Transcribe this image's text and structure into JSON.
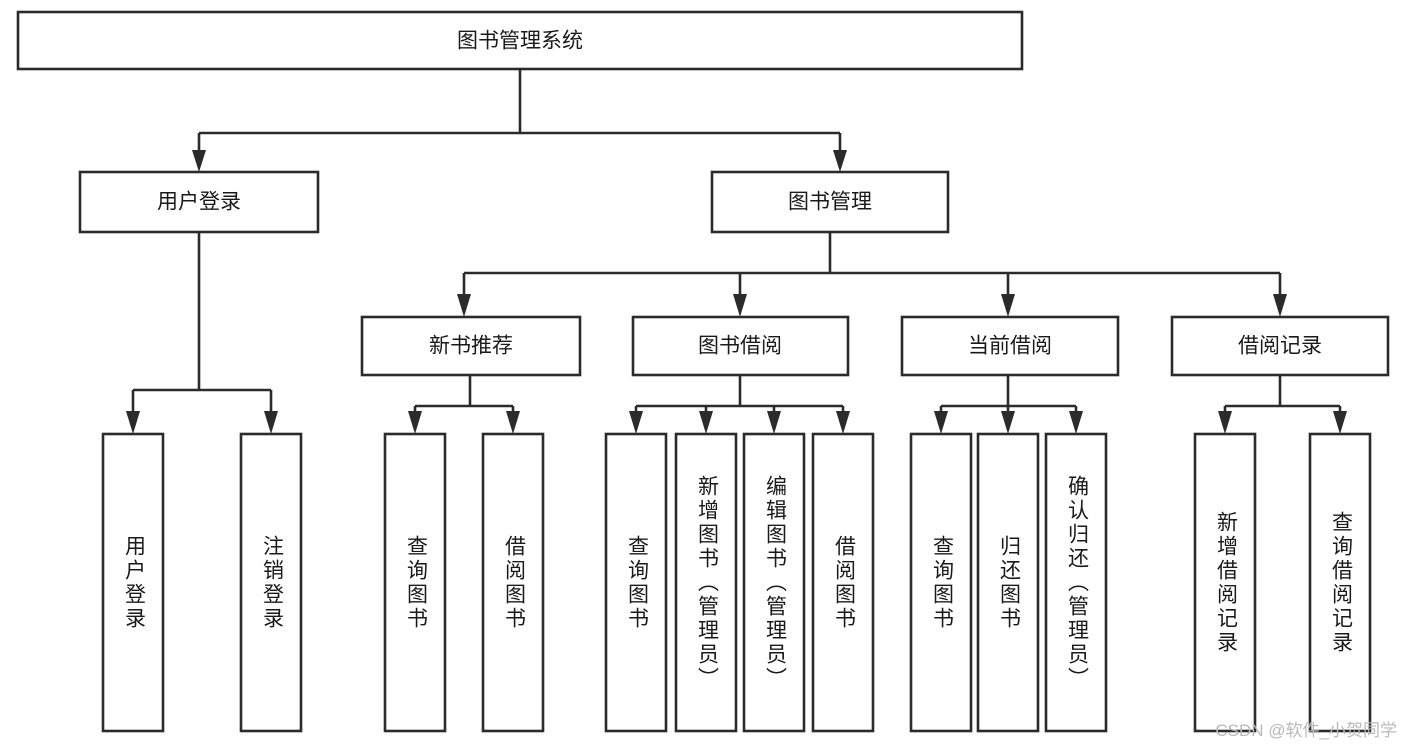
{
  "diagram": {
    "type": "tree-hierarchy-chart",
    "title": "图书管理系统",
    "watermark": "CSDN @软件_小贺同学",
    "colors": {
      "stroke": "#2b2b2b",
      "fill": "#ffffff",
      "text": "#1a1a1a",
      "watermark": "#b9b9b9"
    },
    "nodes": {
      "root": {
        "label": "图书管理系统",
        "orientation": "horizontal"
      },
      "level1": [
        {
          "id": "user-login",
          "label": "用户登录",
          "orientation": "horizontal"
        },
        {
          "id": "book-management",
          "label": "图书管理",
          "orientation": "horizontal"
        }
      ],
      "level2": [
        {
          "id": "new-book-recommend",
          "label": "新书推荐",
          "orientation": "horizontal"
        },
        {
          "id": "book-borrow",
          "label": "图书借阅",
          "orientation": "horizontal"
        },
        {
          "id": "current-borrow",
          "label": "当前借阅",
          "orientation": "horizontal"
        },
        {
          "id": "borrow-record",
          "label": "借阅记录",
          "orientation": "horizontal"
        }
      ],
      "leaves": [
        {
          "id": "leaf-user-login",
          "label": "用户登录",
          "parent": "user-login",
          "orientation": "vertical"
        },
        {
          "id": "leaf-logout-login",
          "label": "注销登录",
          "parent": "user-login",
          "orientation": "vertical"
        },
        {
          "id": "leaf-query-book-1",
          "label": "查询图书",
          "parent": "new-book-recommend",
          "orientation": "vertical"
        },
        {
          "id": "leaf-borrow-book-1",
          "label": "借阅图书",
          "parent": "new-book-recommend",
          "orientation": "vertical"
        },
        {
          "id": "leaf-query-book-2",
          "label": "查询图书",
          "parent": "book-borrow",
          "orientation": "vertical"
        },
        {
          "id": "leaf-add-book",
          "label": "新增图书（管理员）",
          "parent": "book-borrow",
          "orientation": "vertical"
        },
        {
          "id": "leaf-edit-book",
          "label": "编辑图书（管理员）",
          "parent": "book-borrow",
          "orientation": "vertical"
        },
        {
          "id": "leaf-borrow-book-2",
          "label": "借阅图书",
          "parent": "book-borrow",
          "orientation": "vertical"
        },
        {
          "id": "leaf-query-book-3",
          "label": "查询图书",
          "parent": "current-borrow",
          "orientation": "vertical"
        },
        {
          "id": "leaf-return-book",
          "label": "归还图书",
          "parent": "current-borrow",
          "orientation": "vertical"
        },
        {
          "id": "leaf-confirm-return",
          "label": "确认归还（管理员）",
          "parent": "current-borrow",
          "orientation": "vertical"
        },
        {
          "id": "leaf-add-record",
          "label": "新增借阅记录",
          "parent": "borrow-record",
          "orientation": "vertical"
        },
        {
          "id": "leaf-query-record",
          "label": "查询借阅记录",
          "parent": "borrow-record",
          "orientation": "vertical"
        }
      ]
    }
  }
}
